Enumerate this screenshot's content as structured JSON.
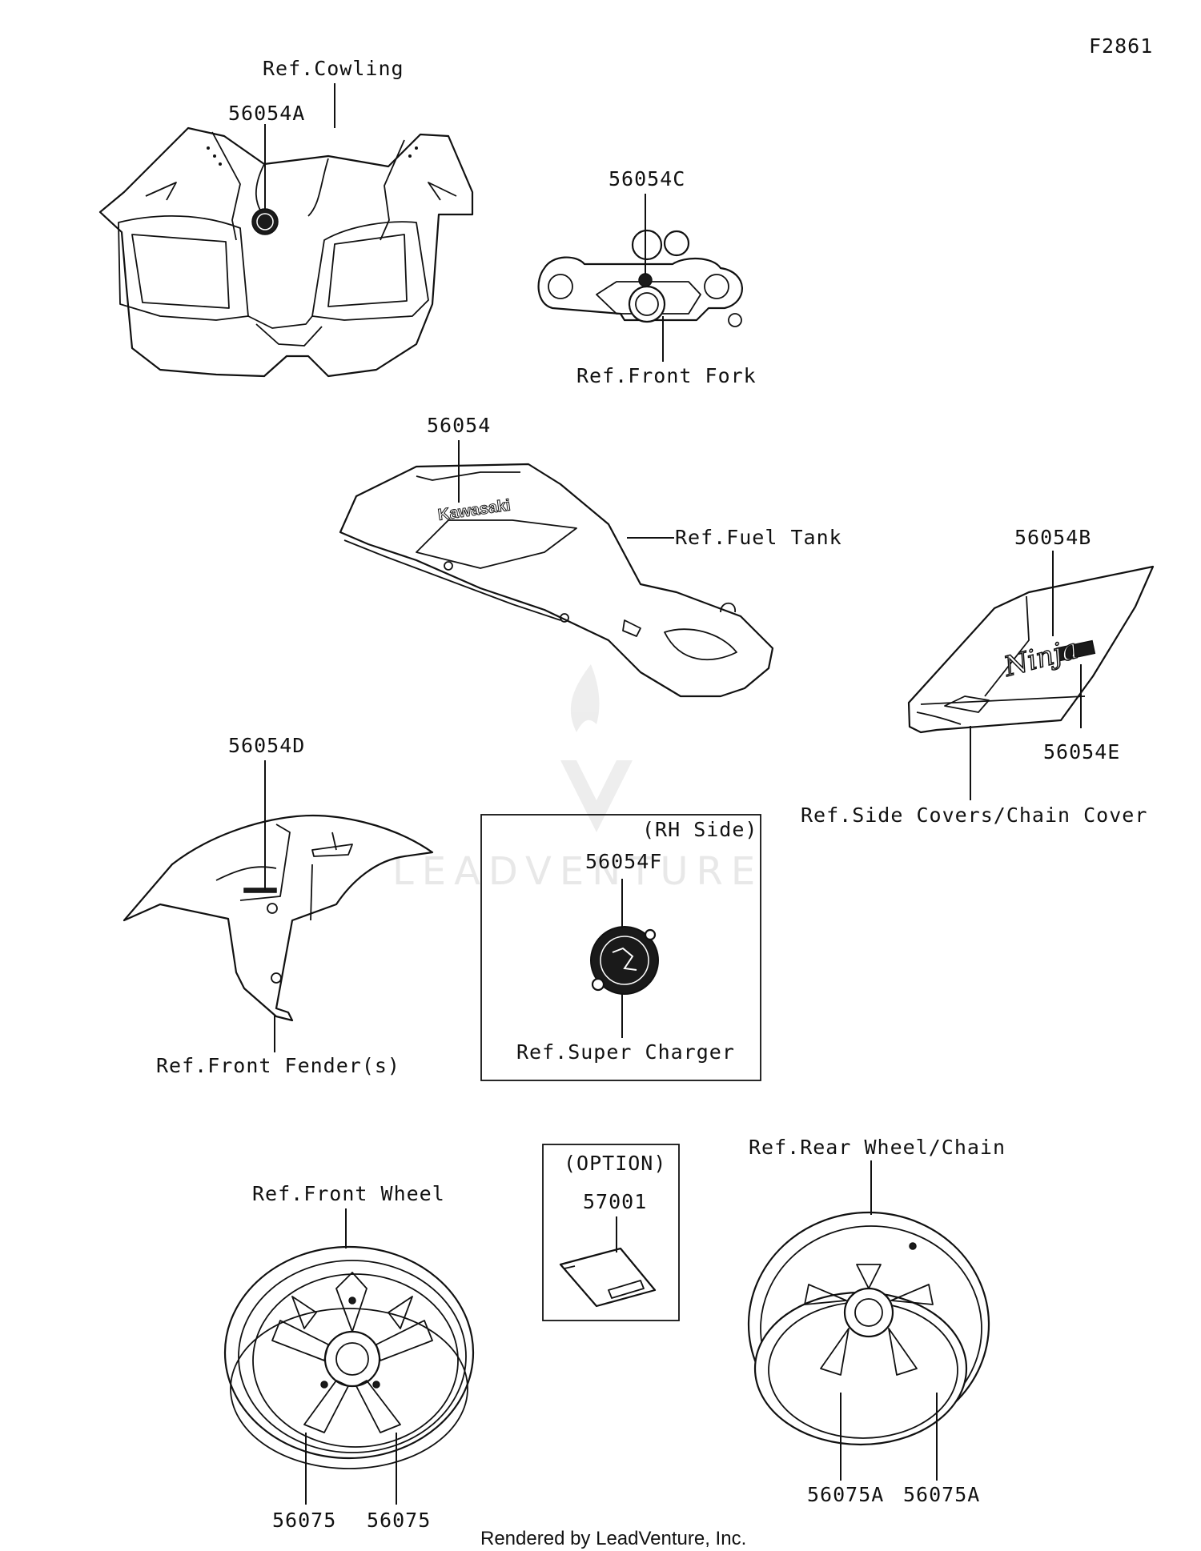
{
  "diagram_id": "F2861",
  "watermark": "LEADVENTURE",
  "footer": "Rendered by LeadVenture, Inc.",
  "callouts": {
    "ref_cowling": "Ref.Cowling",
    "p56054A": "56054A",
    "p56054C": "56054C",
    "ref_front_fork": "Ref.Front Fork",
    "p56054": "56054",
    "ref_fuel_tank": "Ref.Fuel Tank",
    "p56054B": "56054B",
    "p56054E": "56054E",
    "ref_side_covers": "Ref.Side Covers/Chain Cover",
    "p56054D": "56054D",
    "ref_front_fender": "Ref.Front Fender(s)",
    "rh_side": "(RH Side)",
    "p56054F": "56054F",
    "ref_super_charger": "Ref.Super Charger",
    "option": "(OPTION)",
    "p57001": "57001",
    "ref_front_wheel": "Ref.Front Wheel",
    "p56075_left": "56075",
    "p56075_right": "56075",
    "ref_rear_wheel": "Ref.Rear Wheel/Chain",
    "p56075A_left": "56075A",
    "p56075A_right": "56075A"
  },
  "decal_texts": {
    "tank_logo": "Kawasaki",
    "side_logo": "Ninja"
  }
}
